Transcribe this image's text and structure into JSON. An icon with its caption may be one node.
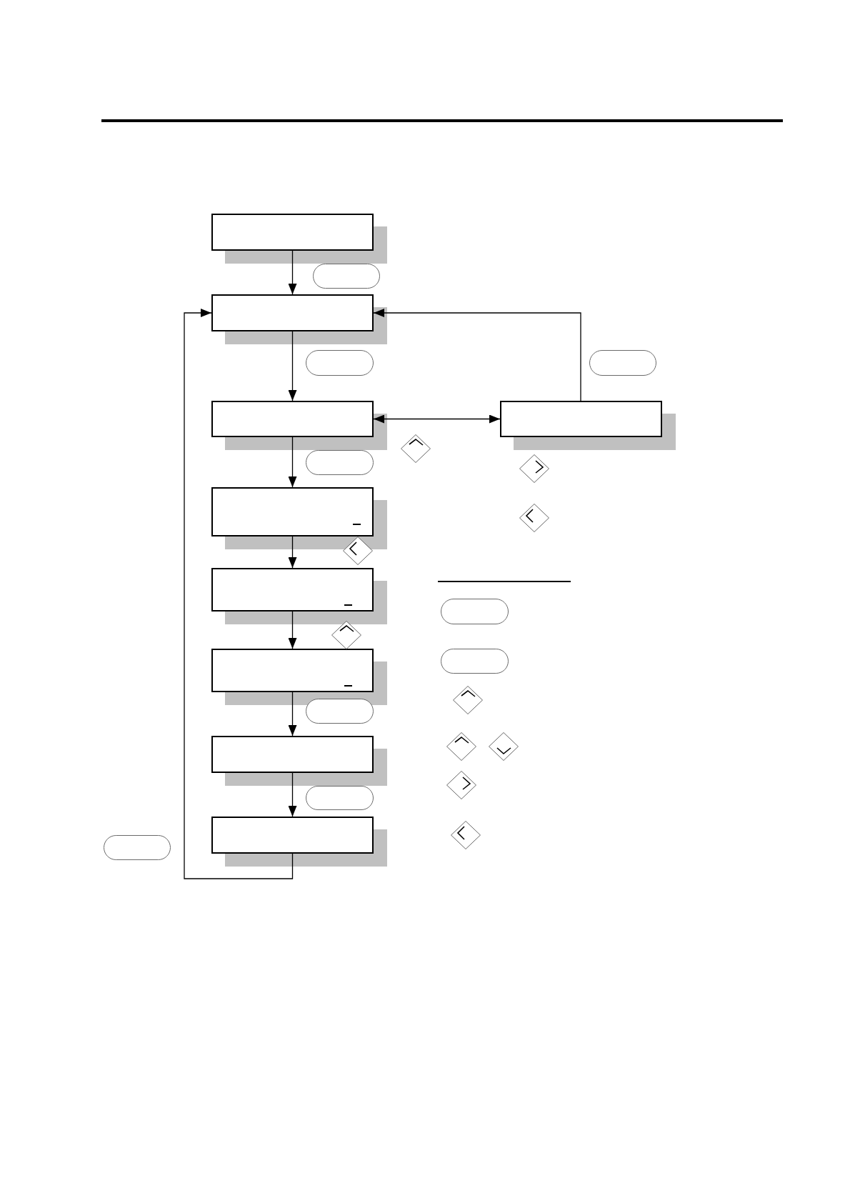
{
  "diagram": {
    "nodes": [
      {
        "text": [],
        "shape": "box"
      },
      {
        "text": [],
        "shape": "box"
      },
      {
        "text": [],
        "shape": "box"
      },
      {
        "text": [],
        "shape": "box"
      },
      {
        "text": [],
        "shape": "box"
      },
      {
        "text": [],
        "shape": "box"
      },
      {
        "text": [],
        "shape": "box"
      },
      {
        "text": [],
        "shape": "box"
      },
      {
        "text": [],
        "shape": "box"
      }
    ],
    "edges": [
      {
        "from": 0,
        "to": 1,
        "arrow": "to"
      },
      {
        "from": 1,
        "to": 2,
        "arrow": "to"
      },
      {
        "from": 2,
        "to": 3,
        "arrow": "to"
      },
      {
        "from": 3,
        "to": 4,
        "arrow": "to"
      },
      {
        "from": 4,
        "to": 5,
        "arrow": "to"
      },
      {
        "from": 5,
        "to": 6,
        "arrow": "to"
      },
      {
        "from": 6,
        "to": 7,
        "arrow": "to"
      },
      {
        "from": 7,
        "to": 1,
        "arrow": "to"
      },
      {
        "from": 2,
        "to": 8,
        "arrow": "both"
      },
      {
        "from": 8,
        "to": 1,
        "arrow": "to"
      }
    ]
  }
}
